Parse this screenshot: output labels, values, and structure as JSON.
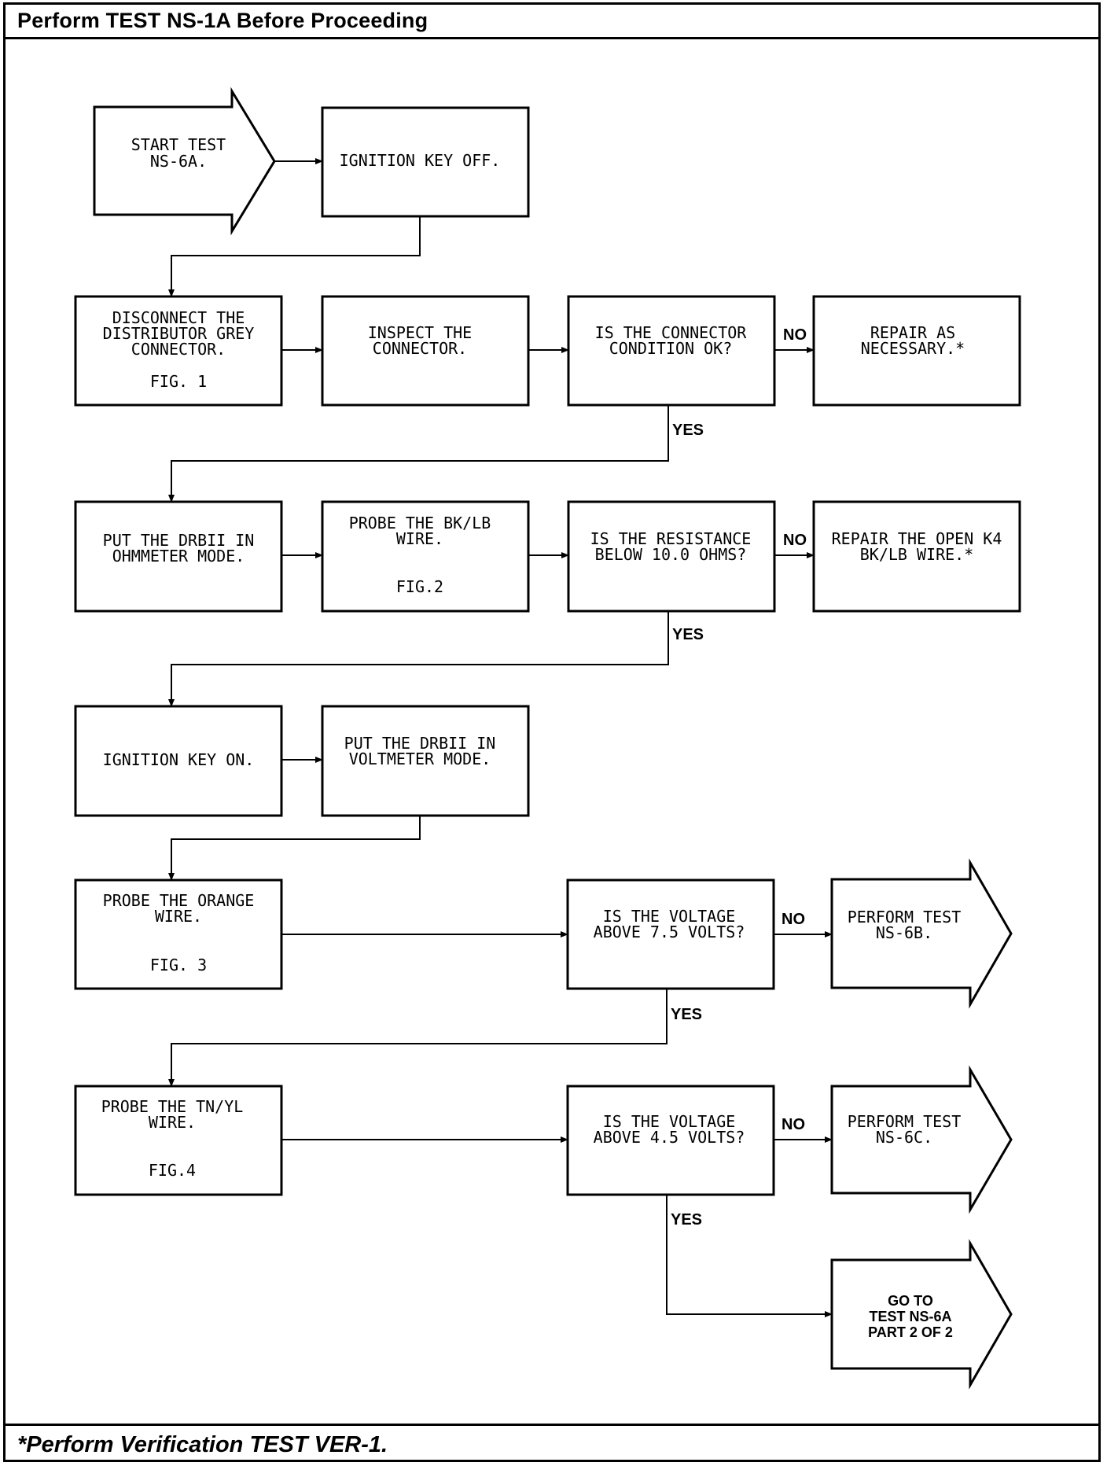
{
  "header": {
    "title": "Perform TEST NS-1A Before Proceeding"
  },
  "footer": {
    "note": "*Perform Verification TEST VER-1."
  },
  "flow": {
    "start": [
      "START TEST",
      "NS-6A."
    ],
    "ign_off": [
      "IGNITION KEY OFF."
    ],
    "disconnect": [
      "DISCONNECT THE",
      "DISTRIBUTOR GREY",
      "CONNECTOR.",
      "FIG. 1"
    ],
    "inspect": [
      "INSPECT THE",
      "CONNECTOR."
    ],
    "q_connector": [
      "IS THE CONNECTOR",
      "CONDITION OK?"
    ],
    "repair1": [
      "REPAIR AS",
      "NECESSARY.*"
    ],
    "put_ohm": [
      "PUT THE DRBII IN",
      "OHMMETER MODE."
    ],
    "probe_bklb": [
      "PROBE THE BK/LB",
      "WIRE.",
      "FIG.2"
    ],
    "q_resistance": [
      "IS THE RESISTANCE",
      "BELOW 10.0 OHMS?"
    ],
    "repair2": [
      "REPAIR THE OPEN K4",
      "BK/LB WIRE.*"
    ],
    "ign_on": [
      "IGNITION KEY ON."
    ],
    "put_volt": [
      "PUT THE DRBII IN",
      "VOLTMETER MODE."
    ],
    "probe_orange": [
      "PROBE THE ORANGE",
      "WIRE.",
      "FIG. 3"
    ],
    "q_volt75": [
      "IS THE VOLTAGE",
      "ABOVE 7.5 VOLTS?"
    ],
    "perf6b": [
      "PERFORM TEST",
      "NS-6B."
    ],
    "probe_tnyl": [
      "PROBE THE TN/YL",
      "WIRE.",
      "FIG.4"
    ],
    "q_volt45": [
      "IS THE VOLTAGE",
      "ABOVE 4.5 VOLTS?"
    ],
    "perf6c": [
      "PERFORM TEST",
      "NS-6C."
    ],
    "goto": [
      "GO TO",
      "TEST NS-6A",
      "PART 2 OF 2"
    ],
    "yes": "YES",
    "no": "NO"
  }
}
